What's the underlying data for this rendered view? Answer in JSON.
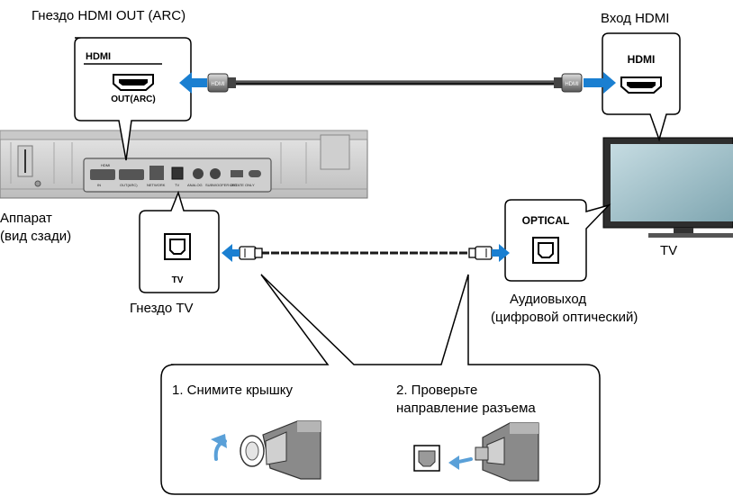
{
  "labels": {
    "hdmi_out_jack": "Гнездо HDMI OUT (ARC)",
    "hdmi_in": "Вход HDMI",
    "unit_line1": "Аппарат",
    "unit_line2": "(вид сзади)",
    "tv_jack": "Гнездо TV",
    "tv": "TV",
    "audio_out_line1": "Аудиовыход",
    "audio_out_line2": "(цифровой оптический)",
    "step1": "1. Снимите крышку",
    "step2_line1": "2. Проверьте",
    "step2_line2": "направление разъема"
  },
  "callouts": {
    "hdmi_out_box_title": "HDMI",
    "hdmi_out_box_port": "OUT(ARC)",
    "hdmi_in_box_title": "HDMI",
    "tv_box_port": "TV",
    "optical_box_title": "OPTICAL"
  },
  "plugs": {
    "hdmi": "HDMI"
  },
  "panel": {
    "hdmi": "HDMI",
    "in": "IN",
    "out_arc": "OUT(ARC)",
    "network": "NETWORK",
    "tv": "TV",
    "analog": "ANALOG",
    "subwoofer": "SUBWOOFER OUT",
    "update": "UPDATE ONLY"
  },
  "colors": {
    "arrow": "#1a7fd1",
    "cable": "#1a1a1a",
    "device": "#d8d8d8",
    "tv_screen": "#a9c4cc"
  }
}
